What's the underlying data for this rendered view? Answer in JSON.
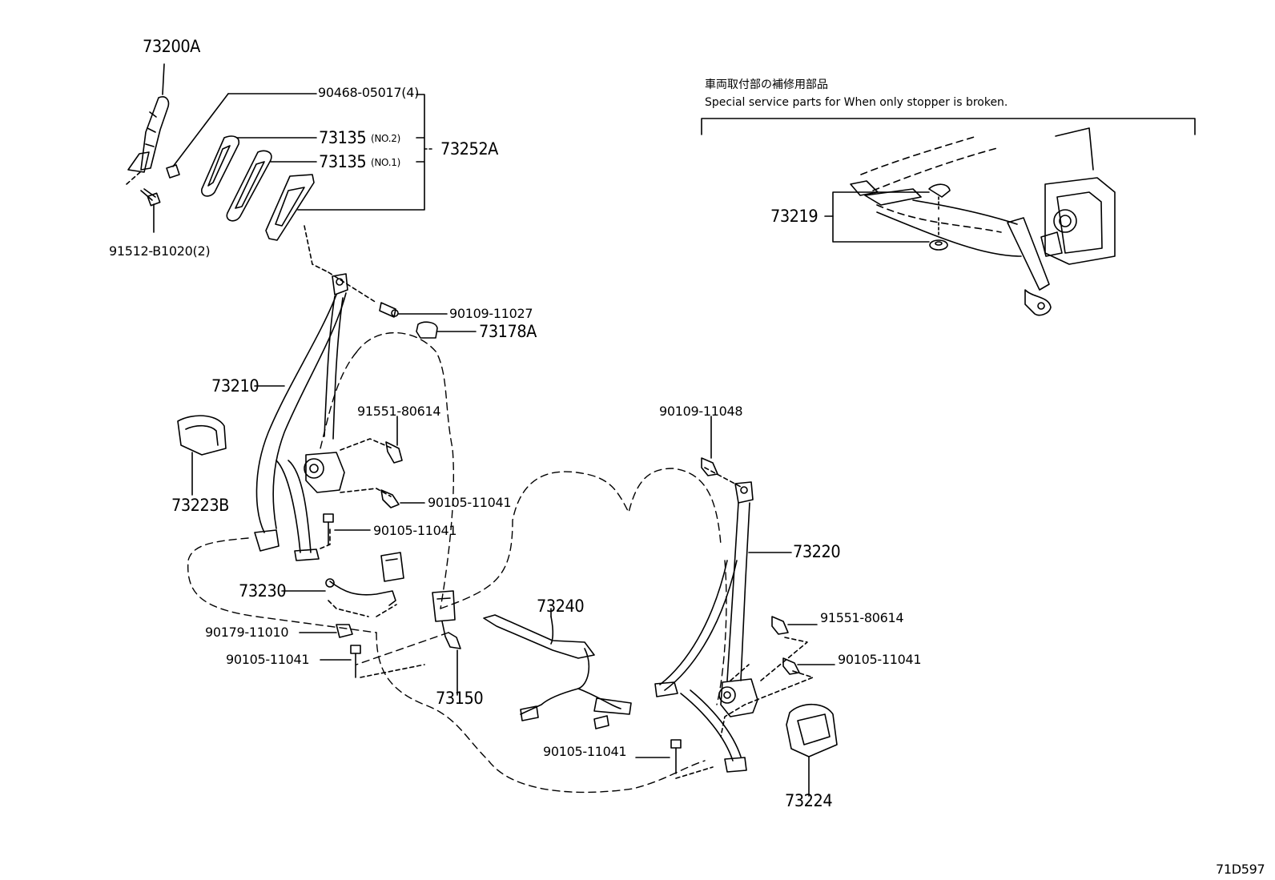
{
  "callouts": {
    "p73200A": "73200A",
    "p90468": "90468-05017(4)",
    "p73135_no2": "73135",
    "no2": "(NO.2)",
    "p73135_no1": "73135",
    "no1": "(NO.1)",
    "p73252A": "73252A",
    "p91512": "91512-B1020(2)",
    "p90109_11027": "90109-11027",
    "p73178A": "73178A",
    "p73210": "73210",
    "p91551_80614_a": "91551-80614",
    "p73223B": "73223B",
    "p90105_11041_a": "90105-11041",
    "p90105_11041_b": "90105-11041",
    "p73230": "73230",
    "p90179_11010": "90179-11010",
    "p90105_11041_c": "90105-11041",
    "p73240": "73240",
    "p73150": "73150",
    "p90105_11041_d": "90105-11041",
    "p90109_11048": "90109-11048",
    "p73220": "73220",
    "p91551_80614_b": "91551-80614",
    "p90105_11041_e": "90105-11041",
    "p73224": "73224",
    "p73219": "73219"
  },
  "service_note": {
    "japanese": "車両取付部の補修用部品",
    "english": "Special service parts for When only stopper is broken."
  },
  "figure_id": "71D597"
}
